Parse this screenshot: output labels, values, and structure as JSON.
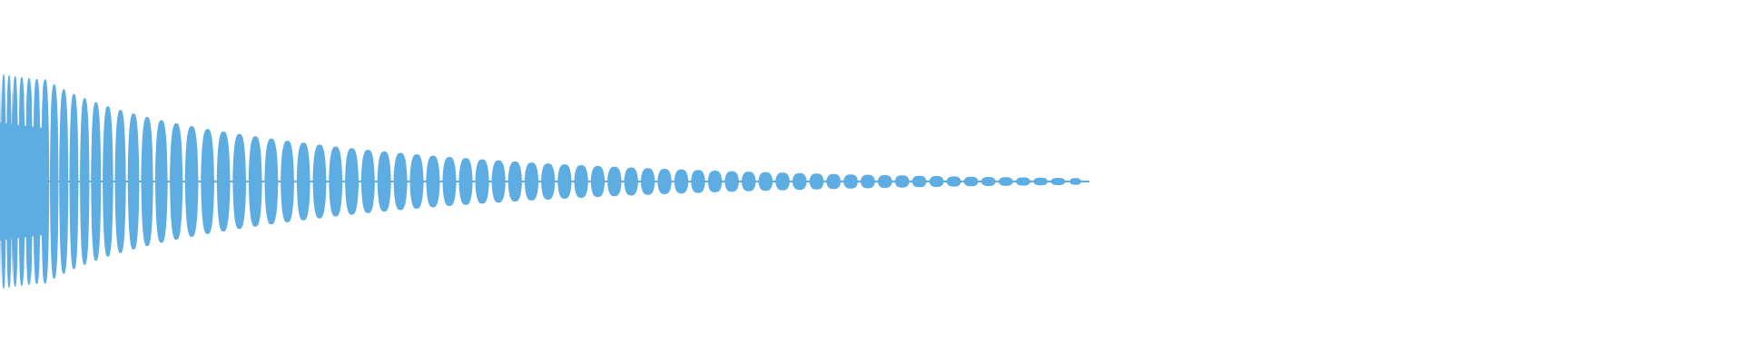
{
  "waveform": {
    "color": "#5DADE2",
    "shape": "decaying-oscillation",
    "peak_amplitude": 1.0,
    "final_amplitude": 0.02,
    "duration_fraction": 0.625,
    "lobe_count": 72
  }
}
